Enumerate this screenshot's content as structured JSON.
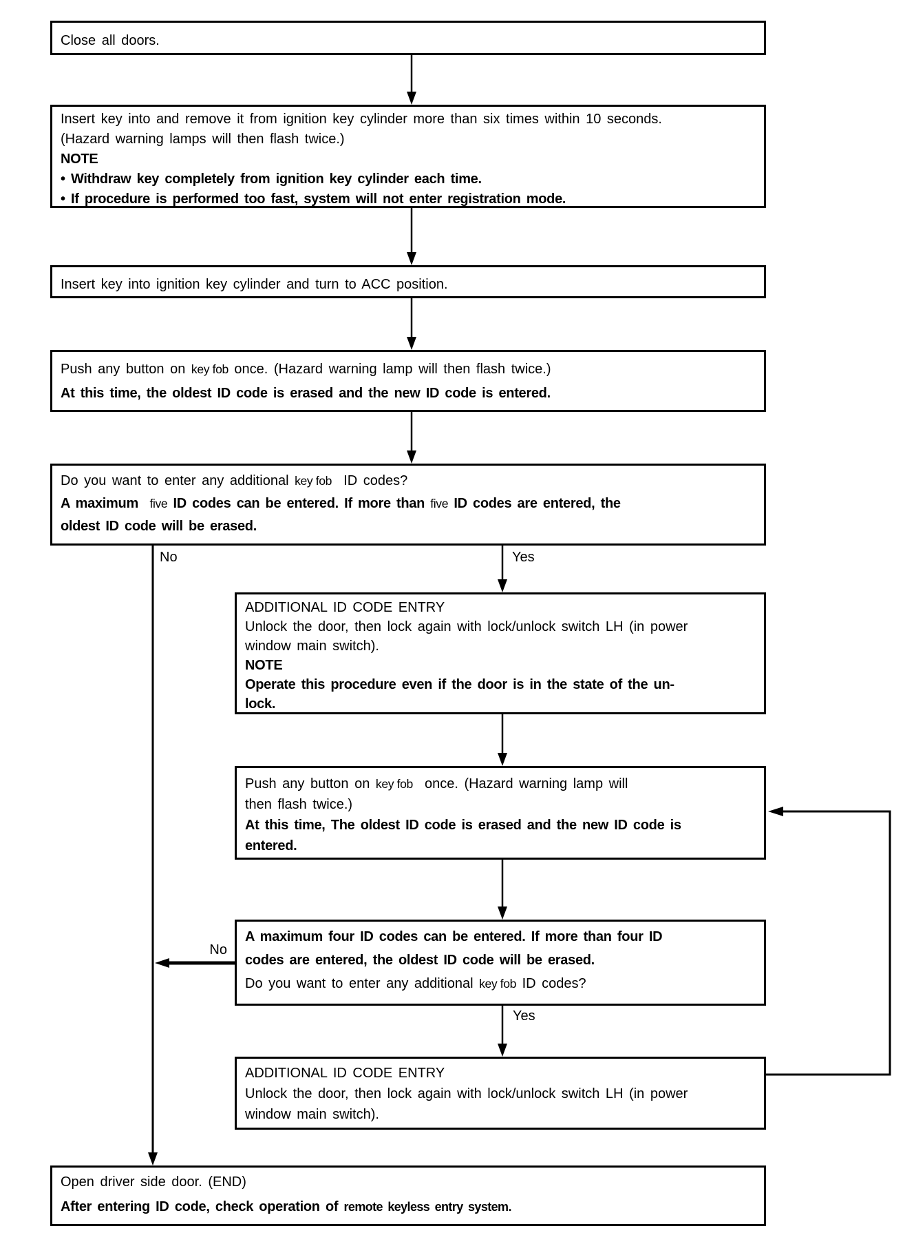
{
  "page": {
    "background": "#ffffff",
    "ink": "#000000"
  },
  "flowchart": {
    "branch_labels": {
      "no1": "No",
      "yes1": "Yes",
      "no2": "No",
      "yes2": "Yes"
    },
    "nodes": {
      "close-doors": {
        "lines": [
          [
            {
              "t": "Close all doors.",
              "s": "r"
            }
          ]
        ]
      },
      "insert-remove": {
        "lines": [
          [
            {
              "t": "Insert key into and remove it from ignition key cylinder more than six times within 10 seconds.",
              "s": "r"
            }
          ],
          [
            {
              "t": "(Hazard warning lamps will then flash twice.)",
              "s": "r"
            }
          ],
          [
            {
              "t": "NOTE",
              "s": "b"
            }
          ],
          [
            {
              "t": "• Withdraw key completely from ignition key cylinder each time.",
              "s": "b"
            }
          ],
          [
            {
              "t": "• If procedure is performed too fast, system will not enter registration mode.",
              "s": "b"
            }
          ]
        ]
      },
      "turn-acc": {
        "lines": [
          [
            {
              "t": "Insert key into ignition key cylinder and turn to ACC position.",
              "s": "r"
            }
          ]
        ]
      },
      "push-1": {
        "lines": [
          [
            {
              "t": "Push any button on ",
              "s": "r"
            },
            {
              "t": "key fob",
              "s": "c"
            },
            {
              "t": " once. (Hazard warning lamp will then flash twice.)",
              "s": "r"
            }
          ],
          [
            {
              "t": "At this time, the oldest ID code is erased and the new ID code is entered.",
              "s": "b"
            }
          ]
        ]
      },
      "question-1": {
        "lines": [
          [
            {
              "t": "Do you want to enter any additional ",
              "s": "r"
            },
            {
              "t": "key fob",
              "s": "c"
            },
            {
              "t": "  ID codes?",
              "s": "r"
            }
          ],
          [
            {
              "t": "A maximum  ",
              "s": "b"
            },
            {
              "t": "five",
              "s": "c"
            },
            {
              "t": " ID codes can be entered. If more than ",
              "s": "b"
            },
            {
              "t": "five",
              "s": "c"
            },
            {
              "t": " ID codes are entered, the",
              "s": "b"
            }
          ],
          [
            {
              "t": "oldest ID code will be erased.",
              "s": "b"
            }
          ]
        ]
      },
      "entry-1": {
        "lines": [
          [
            {
              "t": "ADDITIONAL ID CODE ENTRY",
              "s": "r"
            }
          ],
          [
            {
              "t": "Unlock the door, then lock again with lock/unlock switch LH (in power",
              "s": "r"
            }
          ],
          [
            {
              "t": "window main switch).",
              "s": "r"
            }
          ],
          [
            {
              "t": "NOTE",
              "s": "b"
            }
          ],
          [
            {
              "t": "Operate this procedure even if the door is in the state of the un-",
              "s": "b"
            }
          ],
          [
            {
              "t": "lock.",
              "s": "b"
            }
          ]
        ]
      },
      "push-2": {
        "lines": [
          [
            {
              "t": "Push any button on ",
              "s": "r"
            },
            {
              "t": "key fob",
              "s": "c"
            },
            {
              "t": "  once. (Hazard warning lamp will",
              "s": "r"
            }
          ],
          [
            {
              "t": "then flash twice.)",
              "s": "r"
            }
          ],
          [
            {
              "t": "At this time, The oldest ID code is erased and the new ID code is",
              "s": "b"
            }
          ],
          [
            {
              "t": "entered.",
              "s": "b"
            }
          ]
        ]
      },
      "question-2": {
        "lines": [
          [
            {
              "t": "A maximum four ID codes can be entered. If more than four ID",
              "s": "b"
            }
          ],
          [
            {
              "t": "codes are entered, the oldest ID code will be erased.",
              "s": "b"
            }
          ],
          [
            {
              "t": "Do you want to enter any additional ",
              "s": "r"
            },
            {
              "t": "key fob",
              "s": "c"
            },
            {
              "t": " ID codes?",
              "s": "r"
            }
          ]
        ]
      },
      "entry-2": {
        "lines": [
          [
            {
              "t": "ADDITIONAL ID CODE ENTRY",
              "s": "r"
            }
          ],
          [
            {
              "t": "Unlock the door, then lock again with lock/unlock switch LH (in power",
              "s": "r"
            }
          ],
          [
            {
              "t": "window main switch).",
              "s": "r"
            }
          ]
        ]
      },
      "open-door": {
        "lines": [
          [
            {
              "t": "Open driver side door. (END)",
              "s": "r"
            }
          ],
          [
            {
              "t": "After entering ID code, check operation of ",
              "s": "b"
            },
            {
              "t": "remote keyless entry system.",
              "s": "bc"
            }
          ]
        ]
      }
    }
  }
}
